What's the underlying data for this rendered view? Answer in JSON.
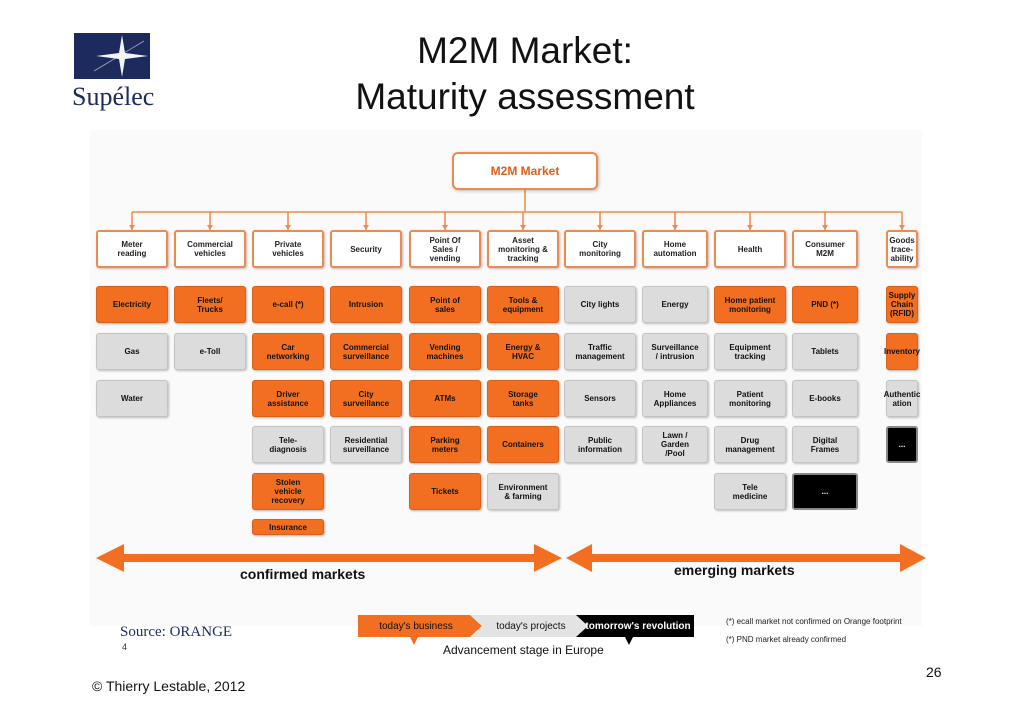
{
  "title": {
    "line1": "M2M Market:",
    "line2": "Maturity assessment"
  },
  "logo": {
    "text": "Supélec"
  },
  "root": "M2M Market",
  "colors": {
    "orange": "#f26f21",
    "grey": "#dcdcdc",
    "black": "#000000",
    "header_border": "#ee8a4d"
  },
  "columns": [
    {
      "header": [
        "Meter",
        "reading"
      ],
      "items": [
        {
          "text": [
            "Electricity"
          ],
          "status": "today"
        },
        {
          "text": [
            "Gas"
          ],
          "status": "projects"
        },
        {
          "text": [
            "Water"
          ],
          "status": "projects"
        }
      ]
    },
    {
      "header": [
        "Commercial",
        "vehicles"
      ],
      "items": [
        {
          "text": [
            "Fleets/",
            "Trucks"
          ],
          "status": "today"
        },
        {
          "text": [
            "e-Toll"
          ],
          "status": "projects"
        }
      ]
    },
    {
      "header": [
        "Private",
        "vehicles"
      ],
      "items": [
        {
          "text": [
            "e-call (*)"
          ],
          "status": "today"
        },
        {
          "text": [
            "Car",
            "networking"
          ],
          "status": "today"
        },
        {
          "text": [
            "Driver",
            "assistance"
          ],
          "status": "today"
        },
        {
          "text": [
            "Tele-",
            "diagnosis"
          ],
          "status": "projects"
        },
        {
          "text": [
            "Stolen",
            "vehicle",
            "recovery"
          ],
          "status": "today"
        },
        {
          "text": [
            "Insurance"
          ],
          "status": "today",
          "short": true
        }
      ]
    },
    {
      "header": [
        "Security"
      ],
      "items": [
        {
          "text": [
            "Intrusion"
          ],
          "status": "today"
        },
        {
          "text": [
            "Commercial",
            "surveillance"
          ],
          "status": "today"
        },
        {
          "text": [
            "City",
            "surveillance"
          ],
          "status": "today"
        },
        {
          "text": [
            "Residential",
            "surveillance"
          ],
          "status": "projects"
        }
      ]
    },
    {
      "header": [
        "Point Of",
        "Sales /",
        "vending"
      ],
      "items": [
        {
          "text": [
            "Point of",
            "sales"
          ],
          "status": "today"
        },
        {
          "text": [
            "Vending",
            "machines"
          ],
          "status": "today"
        },
        {
          "text": [
            "ATMs"
          ],
          "status": "today"
        },
        {
          "text": [
            "Parking",
            "meters"
          ],
          "status": "today"
        },
        {
          "text": [
            "Tickets"
          ],
          "status": "today"
        }
      ]
    },
    {
      "header": [
        "Asset",
        "monitoring &",
        "tracking"
      ],
      "items": [
        {
          "text": [
            "Tools &",
            "equipment"
          ],
          "status": "today"
        },
        {
          "text": [
            "Energy &",
            "HVAC"
          ],
          "status": "today"
        },
        {
          "text": [
            "Storage",
            "tanks"
          ],
          "status": "today"
        },
        {
          "text": [
            "Containers"
          ],
          "status": "today"
        },
        {
          "text": [
            "Environment",
            "& farming"
          ],
          "status": "projects"
        }
      ]
    },
    {
      "header": [
        "City",
        "monitoring"
      ],
      "items": [
        {
          "text": [
            "City lights"
          ],
          "status": "projects"
        },
        {
          "text": [
            "Traffic",
            "management"
          ],
          "status": "projects"
        },
        {
          "text": [
            "Sensors"
          ],
          "status": "projects"
        },
        {
          "text": [
            "Public",
            "information"
          ],
          "status": "projects"
        }
      ]
    },
    {
      "header": [
        "Home",
        "automation"
      ],
      "items": [
        {
          "text": [
            "Energy"
          ],
          "status": "projects"
        },
        {
          "text": [
            "Surveillance",
            "/ intrusion"
          ],
          "status": "projects"
        },
        {
          "text": [
            "Home",
            "Appliances"
          ],
          "status": "projects"
        },
        {
          "text": [
            "Lawn /",
            "Garden",
            "/Pool"
          ],
          "status": "projects"
        }
      ]
    },
    {
      "header": [
        "Health"
      ],
      "items": [
        {
          "text": [
            "Home patient",
            "monitoring"
          ],
          "status": "today"
        },
        {
          "text": [
            "Equipment",
            "tracking"
          ],
          "status": "projects"
        },
        {
          "text": [
            "Patient",
            "monitoring"
          ],
          "status": "projects"
        },
        {
          "text": [
            "Drug",
            "management"
          ],
          "status": "projects"
        },
        {
          "text": [
            "Tele",
            "medicine"
          ],
          "status": "projects"
        }
      ]
    },
    {
      "header": [
        "Consumer",
        "M2M"
      ],
      "items": [
        {
          "text": [
            "PND (*)"
          ],
          "status": "today"
        },
        {
          "text": [
            "Tablets"
          ],
          "status": "projects"
        },
        {
          "text": [
            "E-books"
          ],
          "status": "projects"
        },
        {
          "text": [
            "Digital",
            "Frames"
          ],
          "status": "projects"
        },
        {
          "text": [
            "..."
          ],
          "status": "tomorrow"
        }
      ]
    },
    {
      "header": [
        "Goods",
        "trace-",
        "ability"
      ],
      "items": [
        {
          "text": [
            "Supply",
            "Chain",
            "(RFID)"
          ],
          "status": "today"
        },
        {
          "text": [
            "Inventory"
          ],
          "status": "today"
        },
        {
          "text": [
            "Authentic",
            "ation"
          ],
          "status": "projects"
        },
        {
          "text": [
            "..."
          ],
          "status": "tomorrow"
        }
      ]
    }
  ],
  "markets": {
    "confirmed": "confirmed markets",
    "emerging": "emerging markets"
  },
  "legend": {
    "today": "today's business",
    "projects": "today's projects",
    "tomorrow": "tomorrow's revolution",
    "caption": "Advancement stage in Europe"
  },
  "notes": [
    "(*) ecall market not confirmed on Orange footprint",
    "(*) PND market already confirmed"
  ],
  "source": "Source: ORANGE",
  "source_number": "4",
  "page_number": "26",
  "copyright": "© Thierry Lestable, 2012"
}
